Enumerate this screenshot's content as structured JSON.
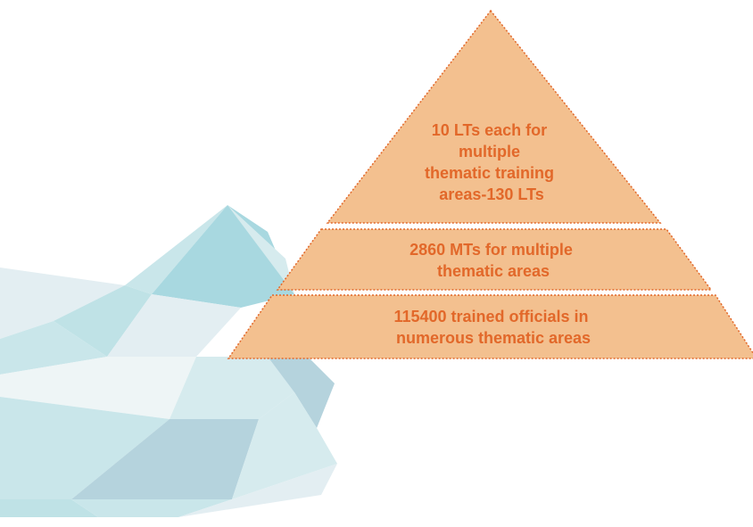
{
  "pyramid": {
    "fill_color": "#f3c08f",
    "border_color": "#e2682a",
    "text_color": "#e2682a",
    "tiers": [
      {
        "lines": [
          "10 LTs each for",
          "multiple",
          "thematic training",
          "areas-130 LTs"
        ]
      },
      {
        "lines": [
          "2860 MTs for multiple",
          "thematic areas"
        ]
      },
      {
        "lines": [
          "115400 trained officials in",
          "numerous thematic areas"
        ]
      }
    ]
  },
  "background": {
    "palette": [
      "#a8d8e0",
      "#c9e6ea",
      "#e3eef2",
      "#b5d3dd",
      "#d6ebee",
      "#eef5f6",
      "#bfe2e6"
    ]
  }
}
